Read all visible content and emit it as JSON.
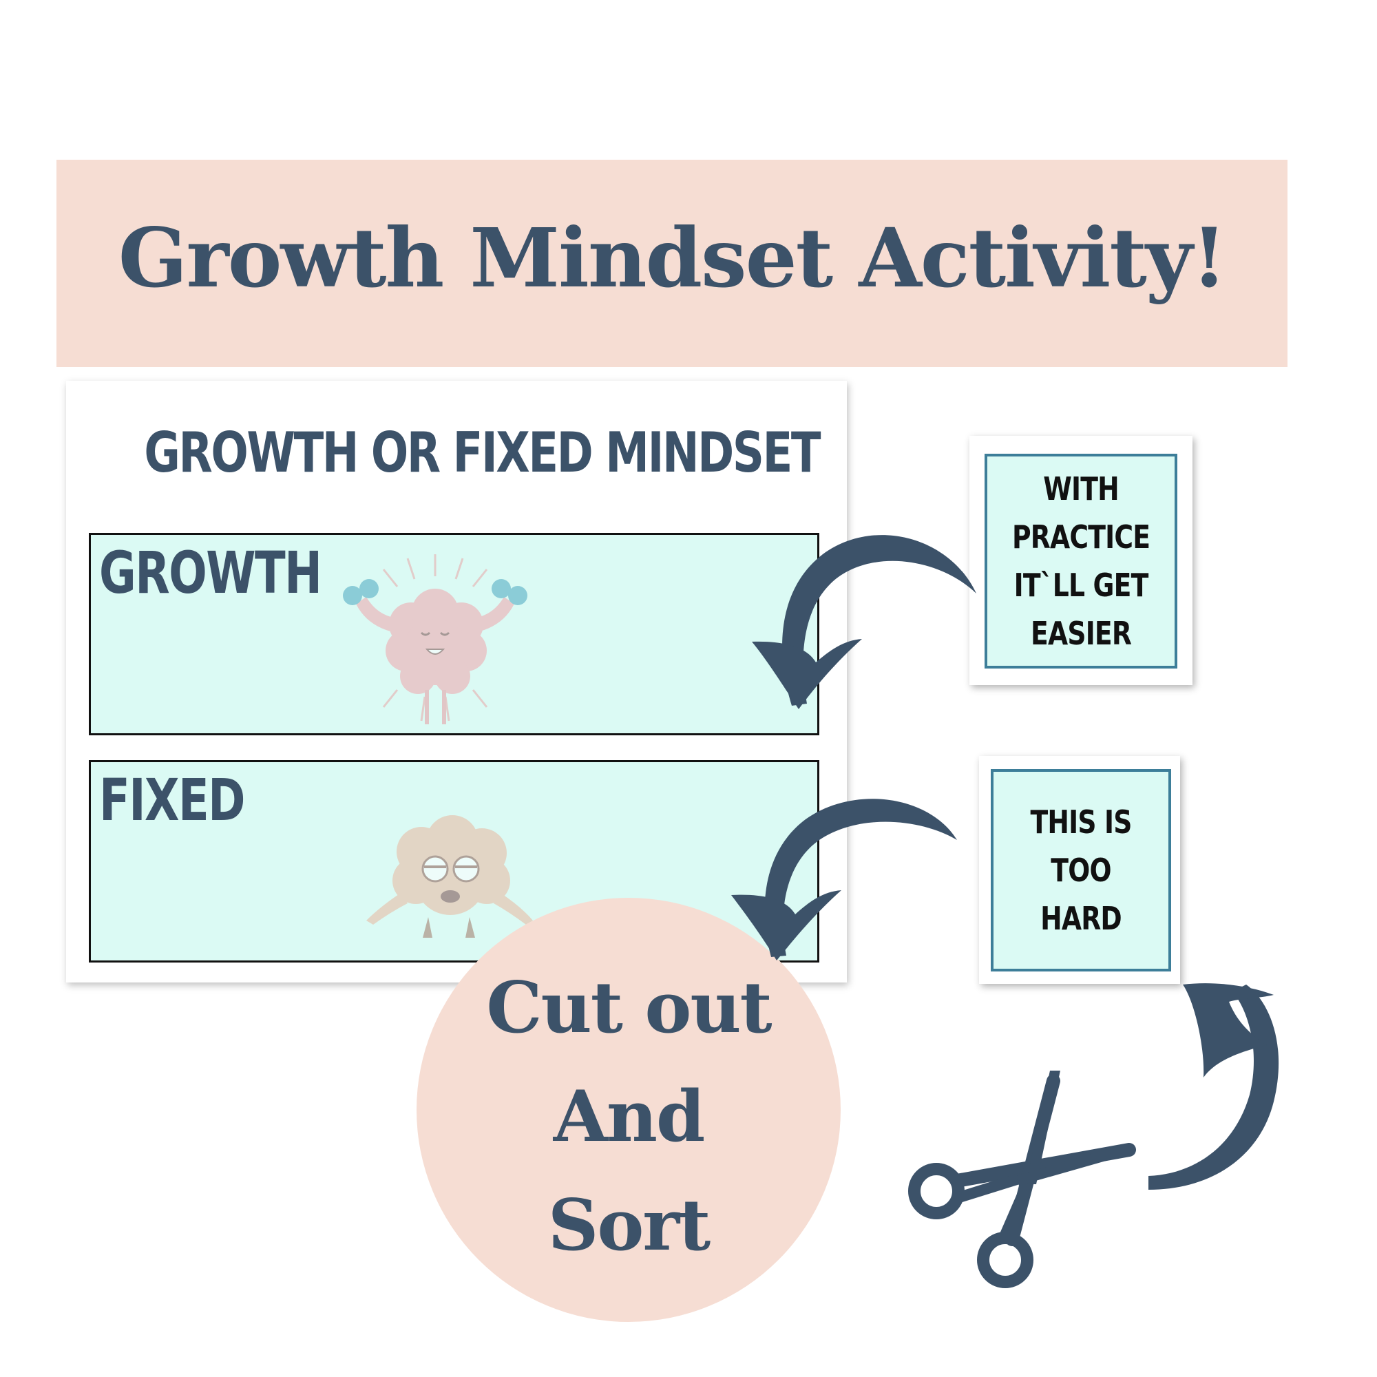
{
  "banner": {
    "title": "Growth Mindset Activity!"
  },
  "worksheet": {
    "title": "GROWTH OR FIXED MINDSET",
    "growth_label": "GROWTH",
    "fixed_label": "FIXED"
  },
  "cards": [
    {
      "text": "WITH\nPRACTICE\nIT`LL GET\nEASIER"
    },
    {
      "text": "THIS IS\nTOO HARD"
    }
  ],
  "circle": {
    "lines": [
      "Cut out",
      "And",
      "Sort"
    ]
  },
  "icons": {
    "growth_brain": "strong-brain-icon",
    "fixed_brain": "tired-brain-icon",
    "scissors": "scissors-icon",
    "arrows": "curved-arrow-icon"
  },
  "colors": {
    "accent_navy": "#3c5269",
    "banner_pink": "#f6ddd3",
    "box_mint": "#dbfaf4",
    "card_border": "#3d7e99"
  }
}
